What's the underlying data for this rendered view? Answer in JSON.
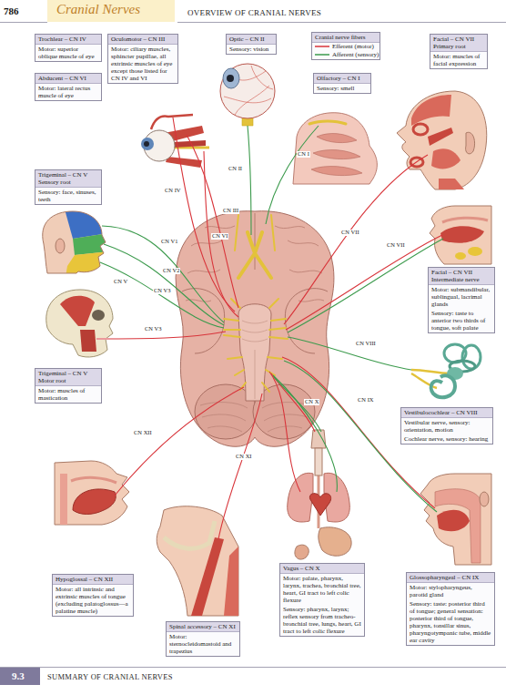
{
  "diagram": {
    "title": "OVERVIEW OF CRANIAL NERVES",
    "nodes": [
      {
        "text": [
          "Trochlear – CN IV",
          "Motor: superior oblique muscle of eye"
        ]
      },
      {
        "text": [
          "Oculomotor – CN III",
          "Motor: ciliary muscles, sphincter pupillae, all extrinsic muscles of eye except those listed for CN IV and VI"
        ]
      },
      {
        "text": [
          "Optic – CN II",
          "Sensory: vision"
        ]
      },
      {
        "text": [
          "Cranial nerve fibers"
        ]
      },
      {
        "text": [
          "Facial – CN VII Primary root",
          "Motor: muscles of facial expression"
        ]
      },
      {
        "text": [
          "Abducent – CN VI",
          "Motor: lateral rectus muscle of eye"
        ]
      },
      {
        "text": [
          "Olfactory – CN I",
          "Sensory: smell"
        ]
      },
      {
        "text": [
          "Trigeminal – CN V Sensory root",
          "Sensory: face, sinuses, teeth"
        ]
      },
      {
        "text": [
          "Facial – CN VII Intermediate nerve",
          "Motor: submandibular, sublingual, lacrimal glands",
          "Sensory: taste to anterior two thirds of tongue, soft palate"
        ]
      },
      {
        "text": [
          "Trigeminal – CN V Motor root",
          "Motor: muscles of mastication"
        ]
      },
      {
        "text": [
          "Vestibulocochlear – CN VIII",
          "Vestibular nerve, sensory: orientation, motion",
          "Cochlear nerve, sensory: hearing"
        ]
      },
      {
        "text": [
          "Hypoglossal – CN XII",
          "Motor: all intrinsic and extrinsic muscles of tongue (excluding palatoglossus—a palatine muscle)"
        ]
      },
      {
        "text": [
          "Vagus – CN X",
          "Motor: palate, pharynx, larynx, trachea, bronchial tree, heart, GI tract to left colic flexure",
          "Sensory: pharynx, larynx; reflex sensory from tracheo-bronchial tree, lungs, heart, GI tract to left colic flexure"
        ]
      },
      {
        "text": [
          "Glossopharyngeal – CN IX",
          "Motor: stylopharyngeus, parotid gland",
          "Sensory: taste: posterior third of tongue; general sensation: posterior third of tongue, pharynx, tonsillar sinus, pharyngotympanic tube, middle ear cavity"
        ]
      },
      {
        "text": [
          "Spinal accessory – CN XI",
          "Motor: sternocleidomastoid and trapezius"
        ]
      }
    ],
    "labels": [
      "786",
      "Cranial Nerves",
      "CN I",
      "CN II",
      "CN III",
      "CN IV",
      "CN VI",
      "CN V1",
      "CN V2",
      "CN V",
      "CN V3",
      "CN V3",
      "CN VII",
      "CN VII",
      "CN VIII",
      "CN IX",
      "CN X",
      "CN XI",
      "CN XII",
      "9.3",
      "SUMMARY OF CRANIAL NERVES"
    ],
    "legend": [
      {
        "text": "Efferent (motor)"
      },
      {
        "text": "Afferent (sensory)"
      }
    ]
  }
}
